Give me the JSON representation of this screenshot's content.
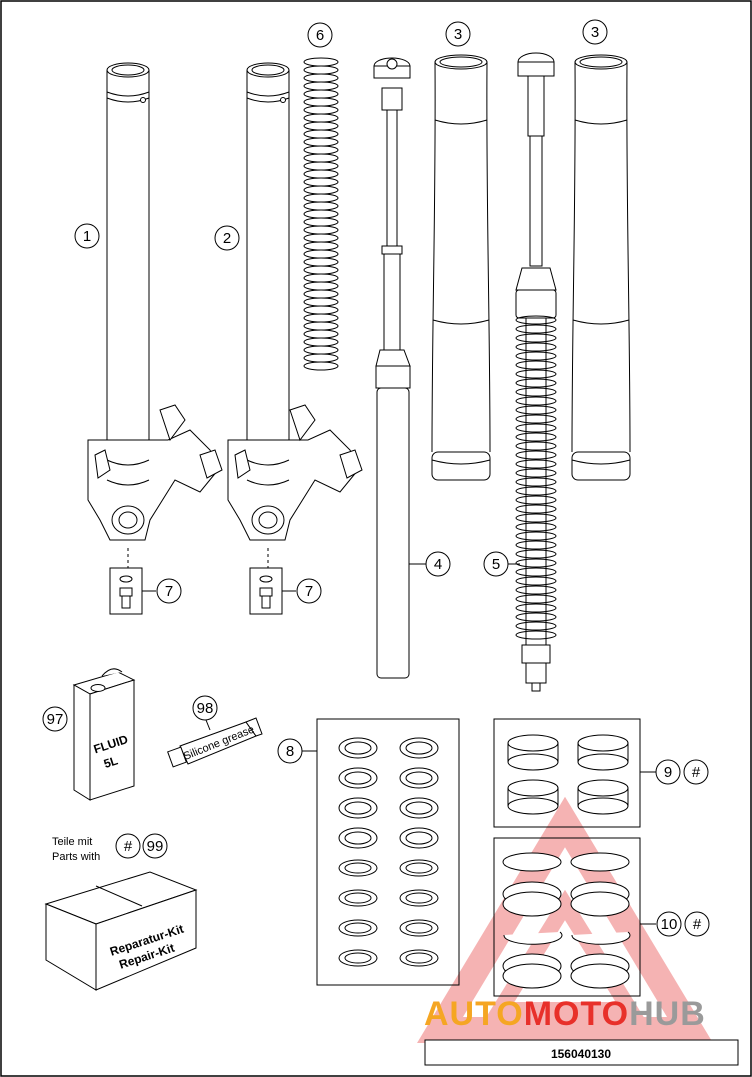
{
  "callouts": {
    "c1": "1",
    "c2": "2",
    "c3a": "3",
    "c3b": "3",
    "c4": "4",
    "c5": "5",
    "c6": "6",
    "c7a": "7",
    "c7b": "7",
    "c8": "8",
    "c9": "9",
    "c10": "10",
    "c97": "97",
    "c98": "98",
    "c99": "99",
    "hash9": "#",
    "hash10": "#",
    "hash99": "#"
  },
  "fluid_can": {
    "line1": "FLUID",
    "line2": "5L"
  },
  "silicone_tube": {
    "label": "Silicone grease"
  },
  "parts_note": {
    "line1": "Teile mit",
    "line2": "Parts with"
  },
  "repair_box": {
    "line1": "Reparatur-Kit",
    "line2": "Repair-Kit"
  },
  "watermark": {
    "part1": "AUTO",
    "part2": "MOTO",
    "part3": "HUB",
    "color_red": "#e8302a",
    "color_orange": "#f5a623",
    "color_gray": "#9a9a9a"
  },
  "footer": {
    "diagram_number": "156040130"
  }
}
